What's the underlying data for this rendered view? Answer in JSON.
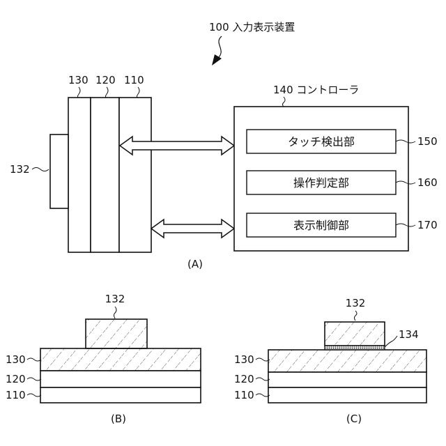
{
  "figure_a": {
    "device_label": "100 入力表示装置",
    "layers": {
      "l130": "130",
      "l120": "120",
      "l110": "110"
    },
    "part_132": "132",
    "controller": {
      "label": "140 コントローラ",
      "units": [
        {
          "text": "タッチ検出部",
          "ref": "150"
        },
        {
          "text": "操作判定部",
          "ref": "160"
        },
        {
          "text": "表示制御部",
          "ref": "170"
        }
      ]
    },
    "caption": "(A)"
  },
  "figure_b": {
    "labels": {
      "part_132": "132",
      "l130": "130",
      "l120": "120",
      "l110": "110"
    },
    "caption": "(B)"
  },
  "figure_c": {
    "labels": {
      "part_132": "132",
      "part_134": "134",
      "l130": "130",
      "l120": "120",
      "l110": "110"
    },
    "caption": "(C)"
  }
}
